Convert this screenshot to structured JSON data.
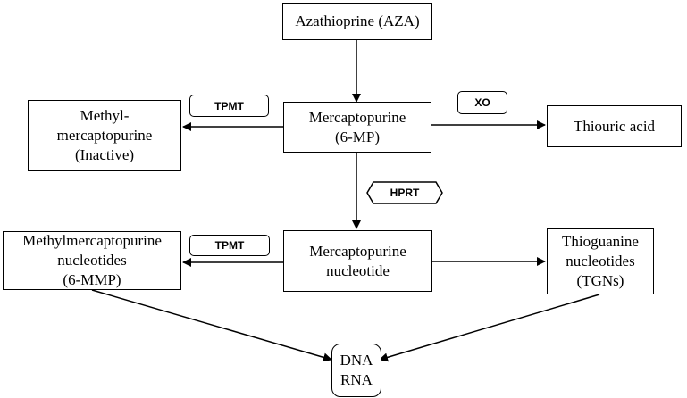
{
  "nodes": {
    "aza": "Azathioprine (AZA)",
    "mp": [
      "Mercaptopurine",
      "(6-MP)"
    ],
    "methyl": [
      "Methyl-",
      "mercaptopurine",
      "(Inactive)"
    ],
    "thiouric": "Thiouric acid",
    "mpn": [
      "Mercaptopurine",
      "nucleotide"
    ],
    "mmpn": [
      "Methylmercaptopurine",
      "nucleotides",
      "(6-MMP)"
    ],
    "tgn": [
      "Thioguanine",
      "nucleotides",
      "(TGNs)"
    ],
    "dna": [
      "DNA",
      "RNA"
    ]
  },
  "enzymes": {
    "tpmt_top": "TPMT",
    "xo": "XO",
    "hprt": "HPRT",
    "tpmt_bottom": "TPMT"
  }
}
